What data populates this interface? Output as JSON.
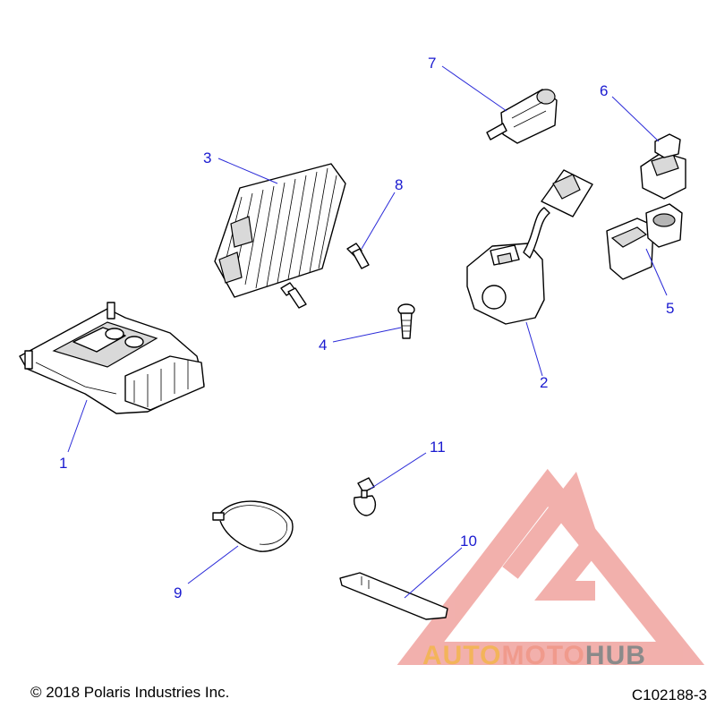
{
  "callouts": [
    "1",
    "2",
    "3",
    "4",
    "5",
    "6",
    "7",
    "8",
    "9",
    "10",
    "11"
  ],
  "footer": {
    "copyright": "© 2018 Polaris Industries Inc.",
    "figure_code": "C102188-3"
  },
  "watermark": {
    "brand_part1": "AUTO",
    "brand_part2": "MOTO",
    "brand_part3": "HUB",
    "colors": {
      "auto": "#f3b45a",
      "moto": "#f09a8c",
      "hub": "#8a8a8a",
      "logo": "#e8706a"
    }
  },
  "colors": {
    "callout": "#1a1ad0",
    "line": "#000000"
  }
}
